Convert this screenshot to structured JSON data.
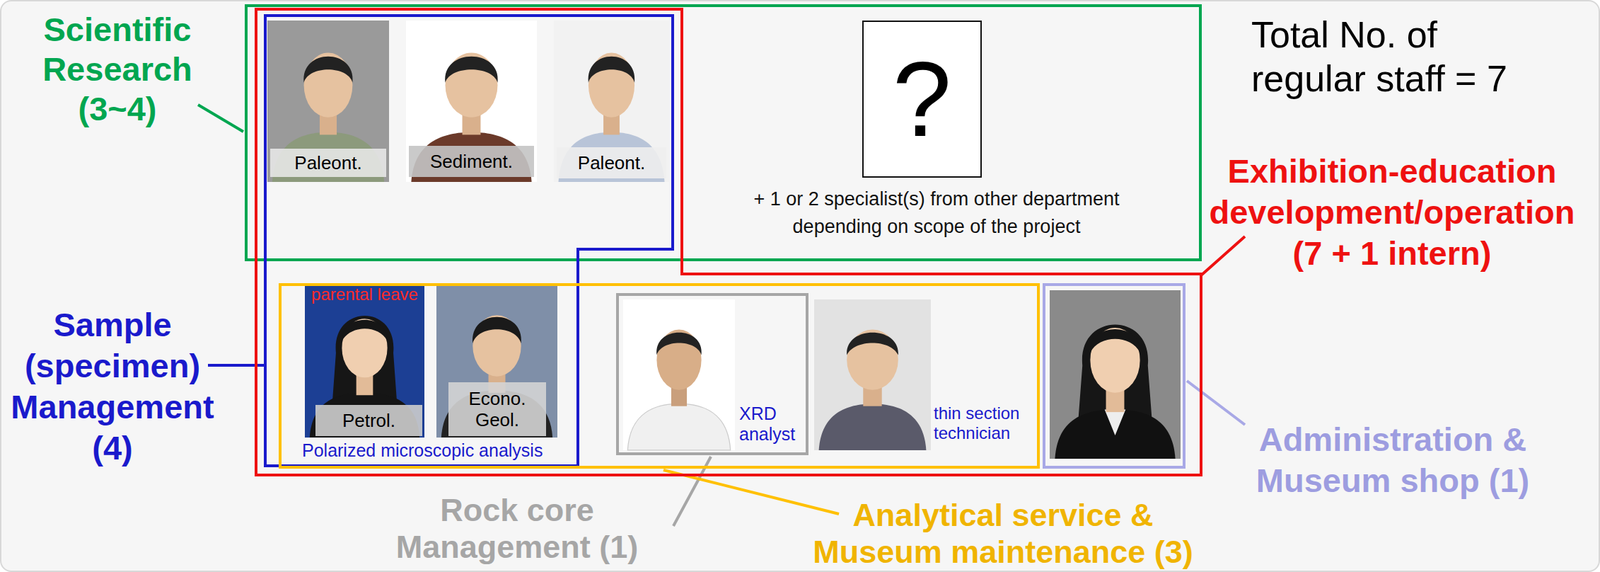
{
  "diagram": {
    "nodes": [
      {
        "text": [
          "Scientific Research (3~4)",
          "+ 1 or 2 specialist(s) from other department depending on scope of the project"
        ]
      },
      {
        "text": [
          "?"
        ],
        "in": 0
      },
      {
        "text": [
          "Exhibition-education development/operation (7 + 1 intern)"
        ]
      },
      {
        "text": [
          "Sample (specimen) Management (4)"
        ],
        "in": 2
      },
      {
        "text": [
          "Analytical service & Museum maintenance (3)"
        ],
        "in": 2
      },
      {
        "text": [
          "Rock core Management (1)",
          "XRD analyst"
        ],
        "in": 4
      },
      {
        "text": [
          "Administration & Museum shop (1)"
        ],
        "in": 2
      }
    ],
    "labels": [
      "Total No. of regular staff = 7",
      "Paleont.",
      "Sediment.",
      "Paleont.",
      "parental leave",
      "Petrol.",
      "Econo. Geol.",
      "Polarized microscopic analysis",
      "thin section technician"
    ]
  }
}
